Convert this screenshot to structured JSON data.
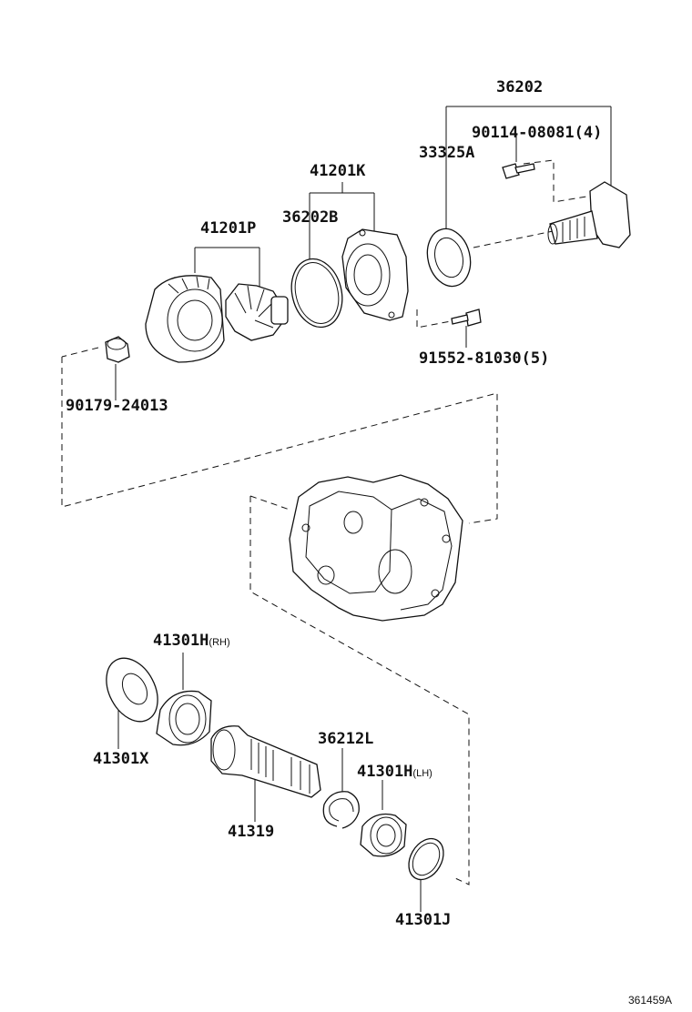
{
  "diagram_id": "361459A",
  "parts": [
    {
      "key": "p36202",
      "number": "36202",
      "note": ""
    },
    {
      "key": "p90114",
      "number": "90114-08081",
      "note": "(4)"
    },
    {
      "key": "p33325a",
      "number": "33325A",
      "note": ""
    },
    {
      "key": "p41201k",
      "number": "41201K",
      "note": ""
    },
    {
      "key": "p36202b",
      "number": "36202B",
      "note": ""
    },
    {
      "key": "p41201p",
      "number": "41201P",
      "note": ""
    },
    {
      "key": "p91552",
      "number": "91552-81030",
      "note": "(5)"
    },
    {
      "key": "p90179",
      "number": "90179-24013",
      "note": ""
    },
    {
      "key": "p41301h_rh",
      "number": "41301H",
      "note": "(RH)"
    },
    {
      "key": "p41301x",
      "number": "41301X",
      "note": ""
    },
    {
      "key": "p36212l",
      "number": "36212L",
      "note": ""
    },
    {
      "key": "p41301h_lh",
      "number": "41301H",
      "note": "(LH)"
    },
    {
      "key": "p41319",
      "number": "41319",
      "note": ""
    },
    {
      "key": "p41301j",
      "number": "41301J",
      "note": ""
    }
  ]
}
